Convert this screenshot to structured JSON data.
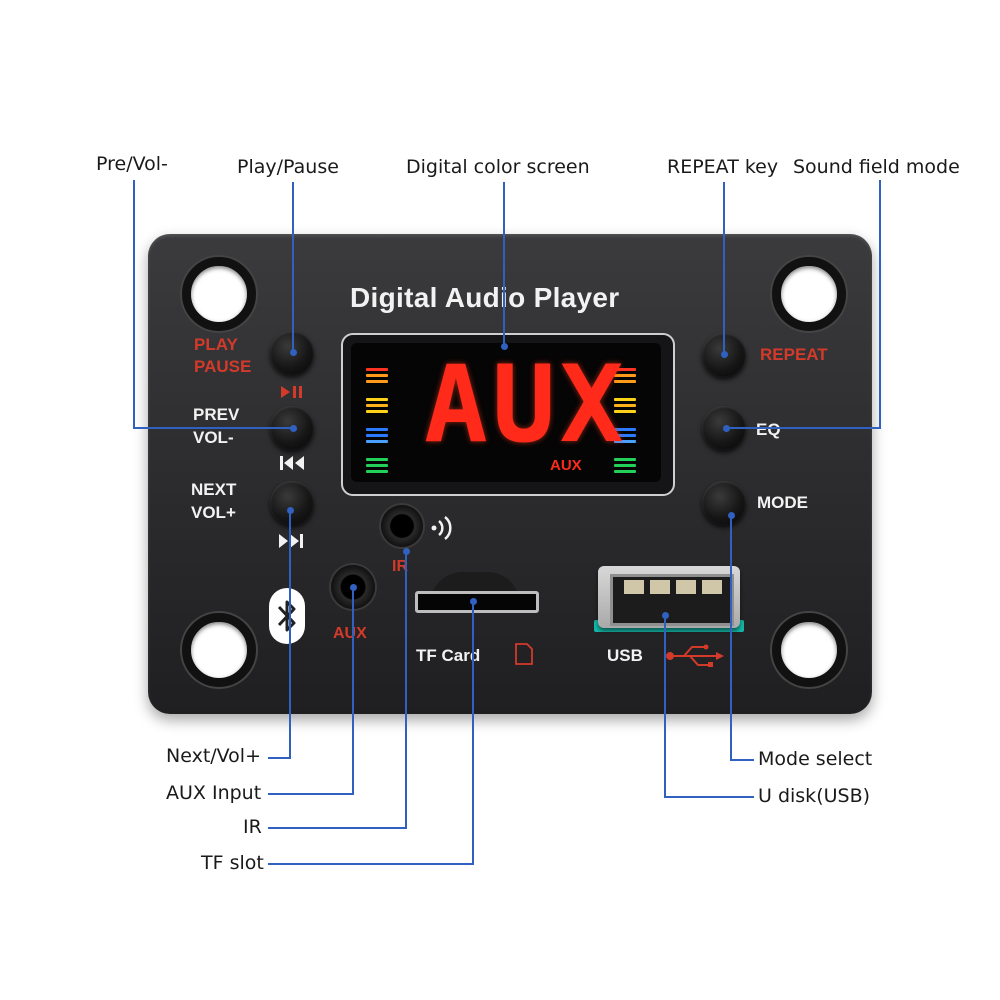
{
  "callouts": {
    "pre_vol_minus": "Pre/Vol-",
    "play_pause": "Play/Pause",
    "digital_color_screen": "Digital color screen",
    "repeat_key": "REPEAT key",
    "sound_field_mode": "Sound field mode",
    "next_vol_plus": "Next/Vol+",
    "aux_input": "AUX Input",
    "ir": "IR",
    "tf_slot": "TF slot",
    "mode_select": "Mode select",
    "u_disk": "U disk(USB)"
  },
  "board": {
    "title": "Digital Audio Player",
    "play_label_1": "PLAY",
    "play_label_2": "PAUSE",
    "prev_label_1": "PREV",
    "prev_label_2": "VOL-",
    "next_label_1": "NEXT",
    "next_label_2": "VOL+",
    "repeat_label": "REPEAT",
    "eq_label": "EQ",
    "mode_label": "MODE",
    "ir_label": "IR",
    "aux_label": "AUX",
    "tf_label": "TF Card",
    "usb_label": "USB",
    "display_text": "AUX",
    "display_sub": "AUX"
  },
  "icons": {
    "play_pause": "play-pause-icon",
    "previous": "previous-track-icon",
    "next": "next-track-icon",
    "bluetooth": "bluetooth-icon",
    "ir_signal": "ir-signal-icon",
    "sd_card": "sd-card-icon",
    "usb": "usb-symbol-icon"
  },
  "colors": {
    "board": "#2e2e30",
    "label_red": "#d33a2a",
    "display_red": "#ff2a1a",
    "leader_line": "#3060c0",
    "eq_red": "#ff3322",
    "eq_orange": "#ff9a1a",
    "eq_yellow": "#ffd21a",
    "eq_blue": "#2a7bff",
    "eq_green": "#22d05a"
  }
}
